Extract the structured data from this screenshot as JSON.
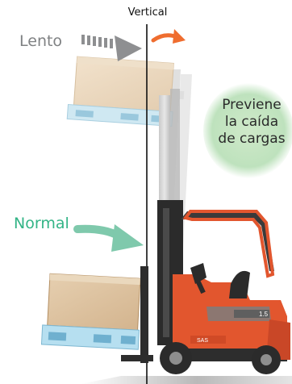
{
  "labels": {
    "vertical": "Vertical",
    "lento": "Lento",
    "normal": "Normal",
    "prevent_lines": [
      "Previene",
      "la caída",
      "de cargas"
    ],
    "forklift_model": "1.5",
    "forklift_brand": "SAS"
  },
  "colors": {
    "lento_text": "#7f8183",
    "normal_text": "#33b486",
    "lento_arrow": "#8e8f91",
    "normal_arrow": "#7fc9ac",
    "orange_arrow": "#ef6d2f",
    "forklift_body": "#e2562e",
    "badge_bg": "#bee2bd",
    "carton": "#dcc3a2",
    "pallet": "#a9d9ea"
  },
  "icons": {
    "forklift": "forklift-icon",
    "lento_arrow": "dashed-arrow-icon",
    "normal_arrow": "curved-arrow-icon",
    "orange_arrow": "tilt-arrow-icon"
  }
}
